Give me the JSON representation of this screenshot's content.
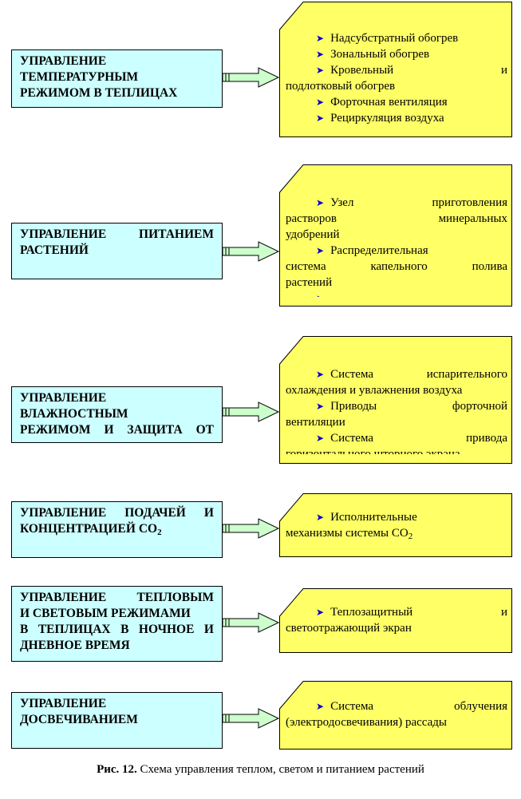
{
  "rows": [
    {
      "left_lines": [
        "УПРАВЛЕНИЕ",
        "ТЕМПЕРАТУРНЫМ",
        "РЕЖИМОМ В ТЕПЛИЦАХ"
      ],
      "items": [
        {
          "lines": [
            "Надсубстратный обогрев"
          ]
        },
        {
          "lines": [
            "Зональный обогрев"
          ]
        },
        {
          "lines": [
            "Кровельный и",
            "подлотковый обогрев"
          ]
        },
        {
          "lines": [
            "Форточная вентиляция"
          ]
        },
        {
          "lines": [
            "Рециркуляция воздуха"
          ]
        }
      ]
    },
    {
      "left_lines": [
        "УПРАВЛЕНИЕ ПИТАНИЕМ",
        "РАСТЕНИЙ"
      ],
      "items": [
        {
          "lines": [
            "Узел приготовления",
            "растворов минеральных",
            "удобрений"
          ]
        },
        {
          "lines": [
            "Распределительная",
            "система капельного полива",
            "растений"
          ]
        },
        {
          "lines": [
            "..."
          ]
        }
      ]
    },
    {
      "left_lines": [
        "УПРАВЛЕНИЕ",
        "ВЛАЖНОСТНЫМ",
        "РЕЖИМОМ И ЗАЩИТА ОТ"
      ],
      "items": [
        {
          "lines": [
            "Система испарительного",
            "охлаждения и увлажнения воздуха"
          ]
        },
        {
          "lines": [
            "Приводы форточной",
            "вентиляции"
          ]
        },
        {
          "lines": [
            "Система привода",
            "горизонтального шторного экрана"
          ]
        }
      ]
    },
    {
      "left_lines": [
        "УПРАВЛЕНИЕ ПОДАЧЕЙ И",
        "КОНЦЕНТРАЦИЕЙ СО"
      ],
      "left_sub": "2",
      "items": [
        {
          "lines": [
            "Исполнительные",
            "механизмы системы СО"
          ],
          "sub": "2"
        }
      ]
    },
    {
      "left_lines": [
        "УПРАВЛЕНИЕ ТЕПЛОВЫМ",
        "И СВЕТОВЫМ РЕЖИМАМИ",
        "В ТЕПЛИЦАХ В НОЧНОЕ И",
        "ДНЕВНОЕ ВРЕМЯ"
      ],
      "items": [
        {
          "lines": [
            "Теплозащитный и",
            "светоотражающий экран"
          ]
        }
      ]
    },
    {
      "left_lines": [
        "УПРАВЛЕНИЕ",
        "ДОСВЕЧИВАНИЕМ"
      ],
      "items": [
        {
          "lines": [
            "Система облучения",
            "(электродосвечивания) рассады"
          ]
        }
      ]
    }
  ],
  "caption": {
    "bold": "Рис. 12.",
    "text": " Схема управления теплом, светом и питанием растений"
  },
  "colors": {
    "left_fill": "#ccffff",
    "right_fill": "#ffff66",
    "arrow_fill": "#ccffcc",
    "bullet": "#0000cc"
  }
}
